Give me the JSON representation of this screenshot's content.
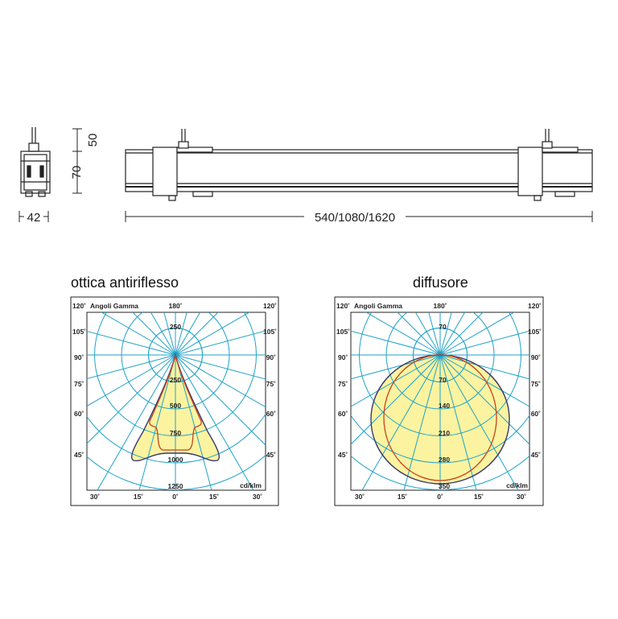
{
  "dimensions": {
    "height_top": "50",
    "height_body": "70",
    "width_section": "42",
    "lengths": "540/1080/1620"
  },
  "diagrams": [
    {
      "title": "ottica antiriflesso",
      "header_label": "Angoli Gamma",
      "angle_labels": {
        "top": "180˚",
        "a120": "120˚",
        "a105": "105˚",
        "a90": "90˚",
        "a75": "75˚",
        "a60": "60˚",
        "a45": "45˚"
      },
      "bottom_labels": [
        "30˚",
        "15˚",
        "0˚",
        "15˚",
        "30˚"
      ],
      "upper_value": "250",
      "values": [
        "250",
        "500",
        "750",
        "1000",
        "1250"
      ],
      "unit": "cd/klm"
    },
    {
      "title": "diffusore",
      "header_label": "Angoli Gamma",
      "angle_labels": {
        "top": "180˚",
        "a120": "120˚",
        "a105": "105˚",
        "a90": "90˚",
        "a75": "75˚",
        "a60": "60˚",
        "a45": "45˚"
      },
      "bottom_labels": [
        "30˚",
        "15˚",
        "0˚",
        "15˚",
        "30˚"
      ],
      "upper_value": "70",
      "values": [
        "70",
        "140",
        "210",
        "280",
        "350"
      ],
      "unit": "cd/klm"
    }
  ],
  "colors": {
    "grid": "#1fa2c8",
    "fill": "#fbf3a0",
    "curve_outer": "#3a3a6a",
    "curve_inner": "#c8411e"
  }
}
